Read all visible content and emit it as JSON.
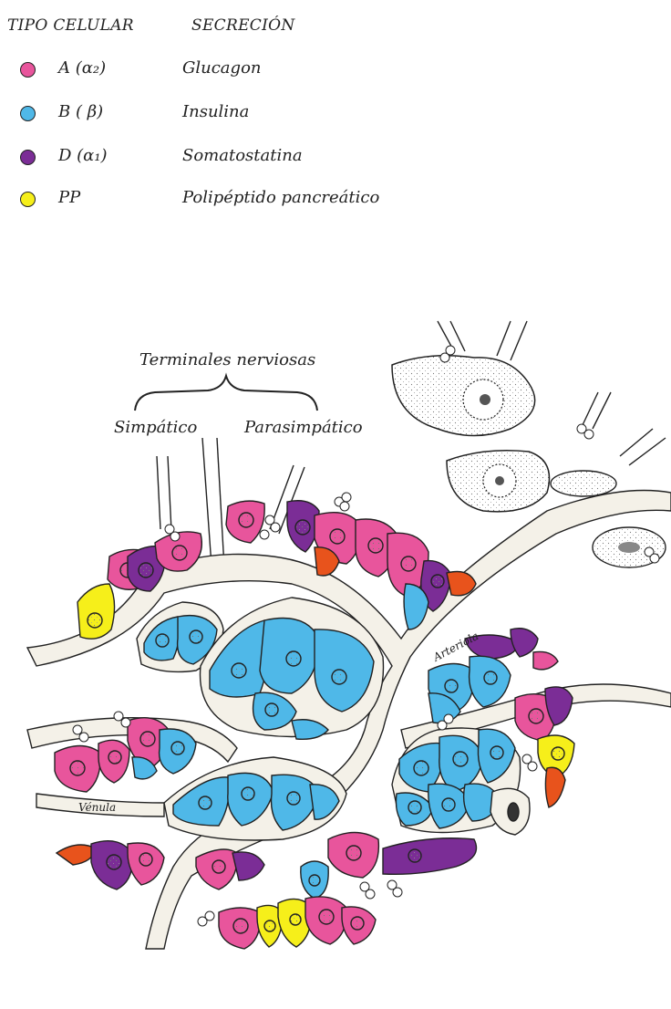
{
  "legend": {
    "header_cell_type": "TIPO CELULAR",
    "header_secretion": "SECRECIÓN",
    "rows": [
      {
        "code": "A (α₂)",
        "secretion": "Glucagon",
        "color": "#e8559c"
      },
      {
        "code": "B ( β)",
        "secretion": "Insulina",
        "color": "#4fb8e8"
      },
      {
        "code": "D (α₁)",
        "secretion": "Somatostatina",
        "color": "#7b2d96"
      },
      {
        "code": "PP",
        "secretion": "Polipéptido pancreático",
        "color": "#f6ef1a"
      }
    ]
  },
  "diagram": {
    "nerve_label": "Terminales nerviosas",
    "sympathetic_label": "Simpático",
    "parasympathetic_label": "Parasimpático",
    "arteriole_label": "Arteriola",
    "venule_label": "Vénula",
    "extra_colors": {
      "orange_cell": "#e8531c",
      "vessel_fill": "#f4f1e8",
      "outline": "#222222"
    }
  }
}
